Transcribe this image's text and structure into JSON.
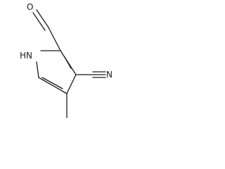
{
  "molecule": {
    "atom_labels": {
      "oxygen": "O",
      "nitrogen_h": "HN",
      "nitrile_n": "N"
    }
  }
}
